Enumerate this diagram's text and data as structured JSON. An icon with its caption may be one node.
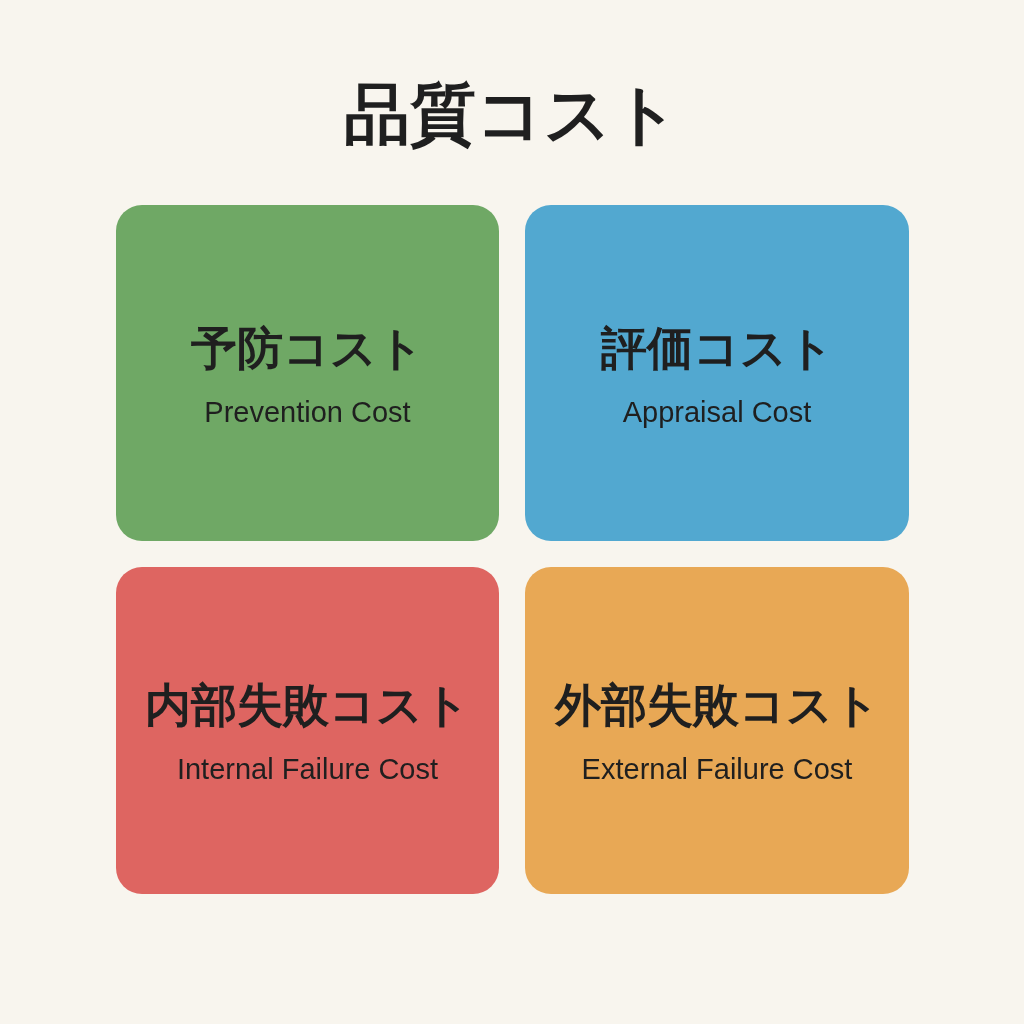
{
  "diagram": {
    "title": "品質コスト",
    "nodes": [
      {
        "text": [
          "予防コスト",
          "Prevention Cost"
        ]
      },
      {
        "text": [
          "評価コスト",
          "Appraisal Cost"
        ]
      },
      {
        "text": [
          "内部失敗コスト",
          "Internal Failure Cost"
        ]
      },
      {
        "text": [
          "外部失敗コスト",
          "External Failure Cost"
        ]
      }
    ]
  }
}
